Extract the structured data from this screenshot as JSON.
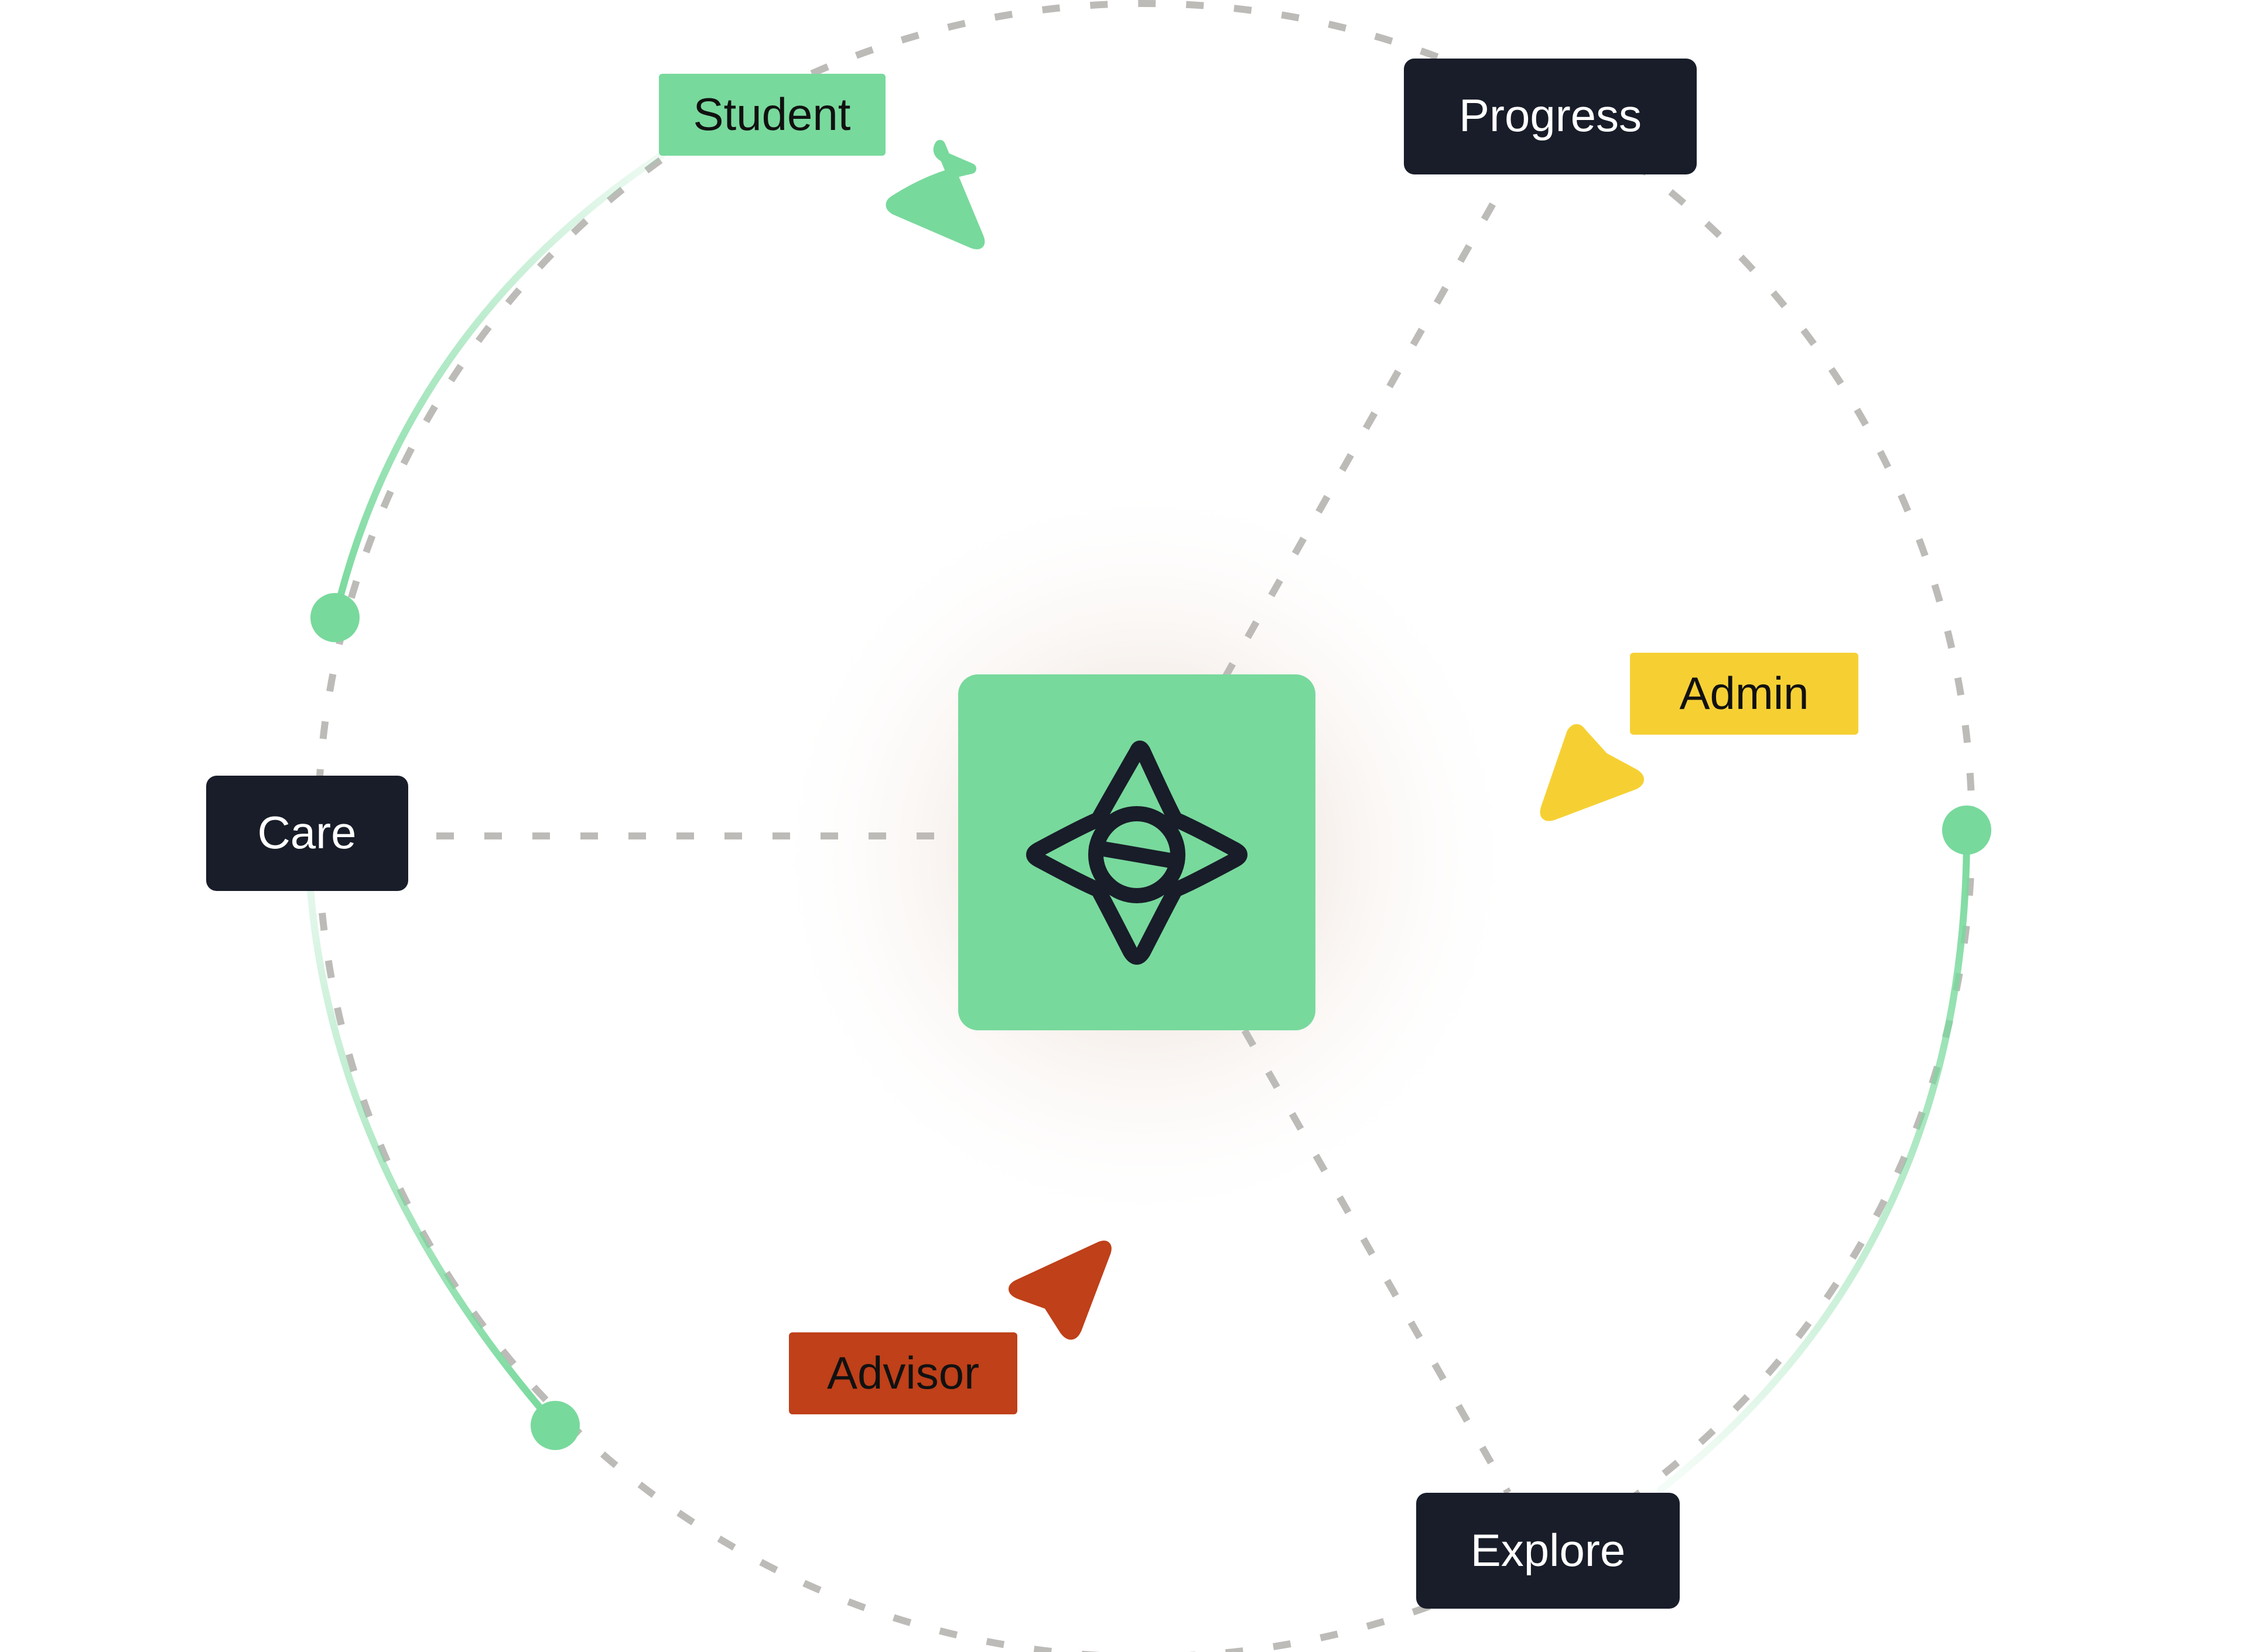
{
  "colors": {
    "background": "#ffffff",
    "hub_fill": "#78d99c",
    "hub_icon": "#181d29",
    "dark_node": "#181d29",
    "dark_node_text": "#ffffff",
    "student": "#78d99c",
    "admin": "#f6d033",
    "advisor": "#bf4019",
    "tag_text": "#111111",
    "dashed_line": "#bdbbb8",
    "arc_green": "#78d99c"
  },
  "hub": {
    "icon": "four-point-star-logo-icon"
  },
  "nodes": {
    "progress": {
      "label": "Progress"
    },
    "care": {
      "label": "Care"
    },
    "explore": {
      "label": "Explore"
    }
  },
  "tags": {
    "student": {
      "label": "Student",
      "pointer_icon": "cursor-arrow-icon"
    },
    "admin": {
      "label": "Admin",
      "pointer_icon": "cursor-arrow-icon"
    },
    "advisor": {
      "label": "Advisor",
      "pointer_icon": "cursor-arrow-icon"
    }
  }
}
